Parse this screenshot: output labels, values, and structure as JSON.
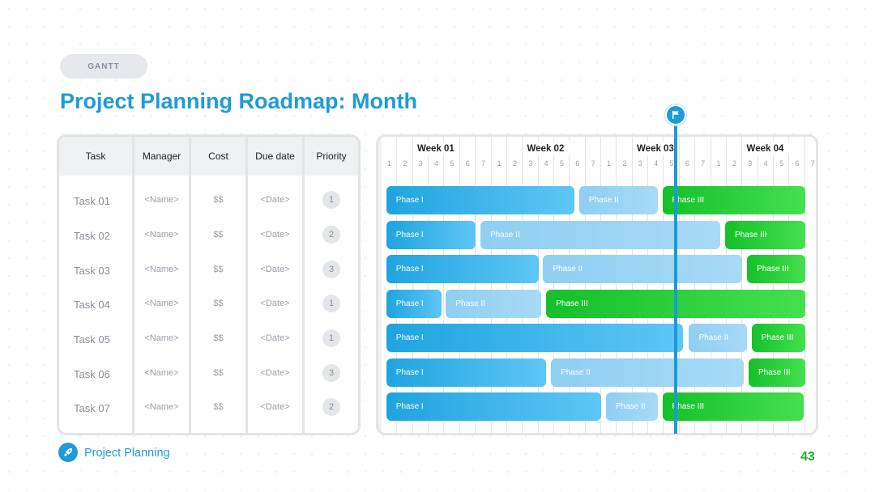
{
  "header": {
    "tag": "GANTT",
    "title": "Project Planning Roadmap: Month"
  },
  "table": {
    "columns": [
      "Task",
      "Manager",
      "Cost",
      "Due date",
      "Priority"
    ],
    "rows": [
      {
        "task": "Task 01",
        "manager": "<Name>",
        "cost": "$$",
        "due": "<Date>",
        "priority": "1"
      },
      {
        "task": "Task 02",
        "manager": "<Name>",
        "cost": "$$",
        "due": "<Date>",
        "priority": "2"
      },
      {
        "task": "Task 03",
        "manager": "<Name>",
        "cost": "$$",
        "due": "<Date>",
        "priority": "3"
      },
      {
        "task": "Task 04",
        "manager": "<Name>",
        "cost": "$$",
        "due": "<Date>",
        "priority": "1"
      },
      {
        "task": "Task 05",
        "manager": "<Name>",
        "cost": "$$",
        "due": "<Date>",
        "priority": "1"
      },
      {
        "task": "Task 06",
        "manager": "<Name>",
        "cost": "$$",
        "due": "<Date>",
        "priority": "3"
      },
      {
        "task": "Task 07",
        "manager": "<Name>",
        "cost": "$$",
        "due": "<Date>",
        "priority": "2"
      }
    ]
  },
  "gantt": {
    "weeks": [
      "Week 01",
      "Week 02",
      "Week 03",
      "Week 04"
    ],
    "days": [
      "1",
      "2",
      "3",
      "4",
      "5",
      "6",
      "7",
      "1",
      "2",
      "3",
      "4",
      "5",
      "6",
      "7",
      "1",
      "2",
      "3",
      "4",
      "5",
      "6",
      "7",
      "1",
      "2",
      "3",
      "4",
      "5",
      "6",
      "7"
    ],
    "phases": [
      [
        {
          "label": "Phase I",
          "start": 0.3,
          "end": 12.3,
          "kind": "ph1"
        },
        {
          "label": "Phase II",
          "start": 12.6,
          "end": 17.6,
          "kind": "ph2"
        },
        {
          "label": "Phase III",
          "start": 17.9,
          "end": 27.0,
          "kind": "ph3"
        }
      ],
      [
        {
          "label": "Phase I",
          "start": 0.3,
          "end": 6.0,
          "kind": "ph1"
        },
        {
          "label": "Phase II",
          "start": 6.3,
          "end": 21.6,
          "kind": "ph2"
        },
        {
          "label": "Phase III",
          "start": 21.9,
          "end": 27.0,
          "kind": "ph3"
        }
      ],
      [
        {
          "label": "Phase I",
          "start": 0.3,
          "end": 10.0,
          "kind": "ph1"
        },
        {
          "label": "Phase II",
          "start": 10.3,
          "end": 23.0,
          "kind": "ph2"
        },
        {
          "label": "Phase III",
          "start": 23.3,
          "end": 27.0,
          "kind": "ph3"
        }
      ],
      [
        {
          "label": "Phase I",
          "start": 0.3,
          "end": 3.8,
          "kind": "ph1"
        },
        {
          "label": "Phase II",
          "start": 4.1,
          "end": 10.2,
          "kind": "ph2"
        },
        {
          "label": "Phase III",
          "start": 10.5,
          "end": 27.0,
          "kind": "ph3"
        }
      ],
      [
        {
          "label": "Phase I",
          "start": 0.3,
          "end": 19.2,
          "kind": "ph1"
        },
        {
          "label": "Phase II",
          "start": 19.6,
          "end": 23.3,
          "kind": "ph2"
        },
        {
          "label": "Phase III",
          "start": 23.6,
          "end": 27.0,
          "kind": "ph3"
        }
      ],
      [
        {
          "label": "Phase I",
          "start": 0.3,
          "end": 10.5,
          "kind": "ph1"
        },
        {
          "label": "Phase II",
          "start": 10.8,
          "end": 23.1,
          "kind": "ph2"
        },
        {
          "label": "Phase III",
          "start": 23.4,
          "end": 27.0,
          "kind": "ph3"
        }
      ],
      [
        {
          "label": "Phase I",
          "start": 0.3,
          "end": 14.0,
          "kind": "ph1"
        },
        {
          "label": "Phase II",
          "start": 14.3,
          "end": 17.6,
          "kind": "ph2"
        },
        {
          "label": "Phase III",
          "start": 17.9,
          "end": 26.9,
          "kind": "ph3"
        }
      ]
    ],
    "today_day_index": 18.5
  },
  "footer": {
    "label": "Project Planning",
    "page_number": "43",
    "icon": "rocket-icon"
  },
  "colors": {
    "accent": "#1f9bd7",
    "phase_i": "#3fb5ec",
    "phase_ii": "#9fd6f5",
    "phase_iii": "#2fd43c",
    "page_number": "#1fb42e"
  }
}
